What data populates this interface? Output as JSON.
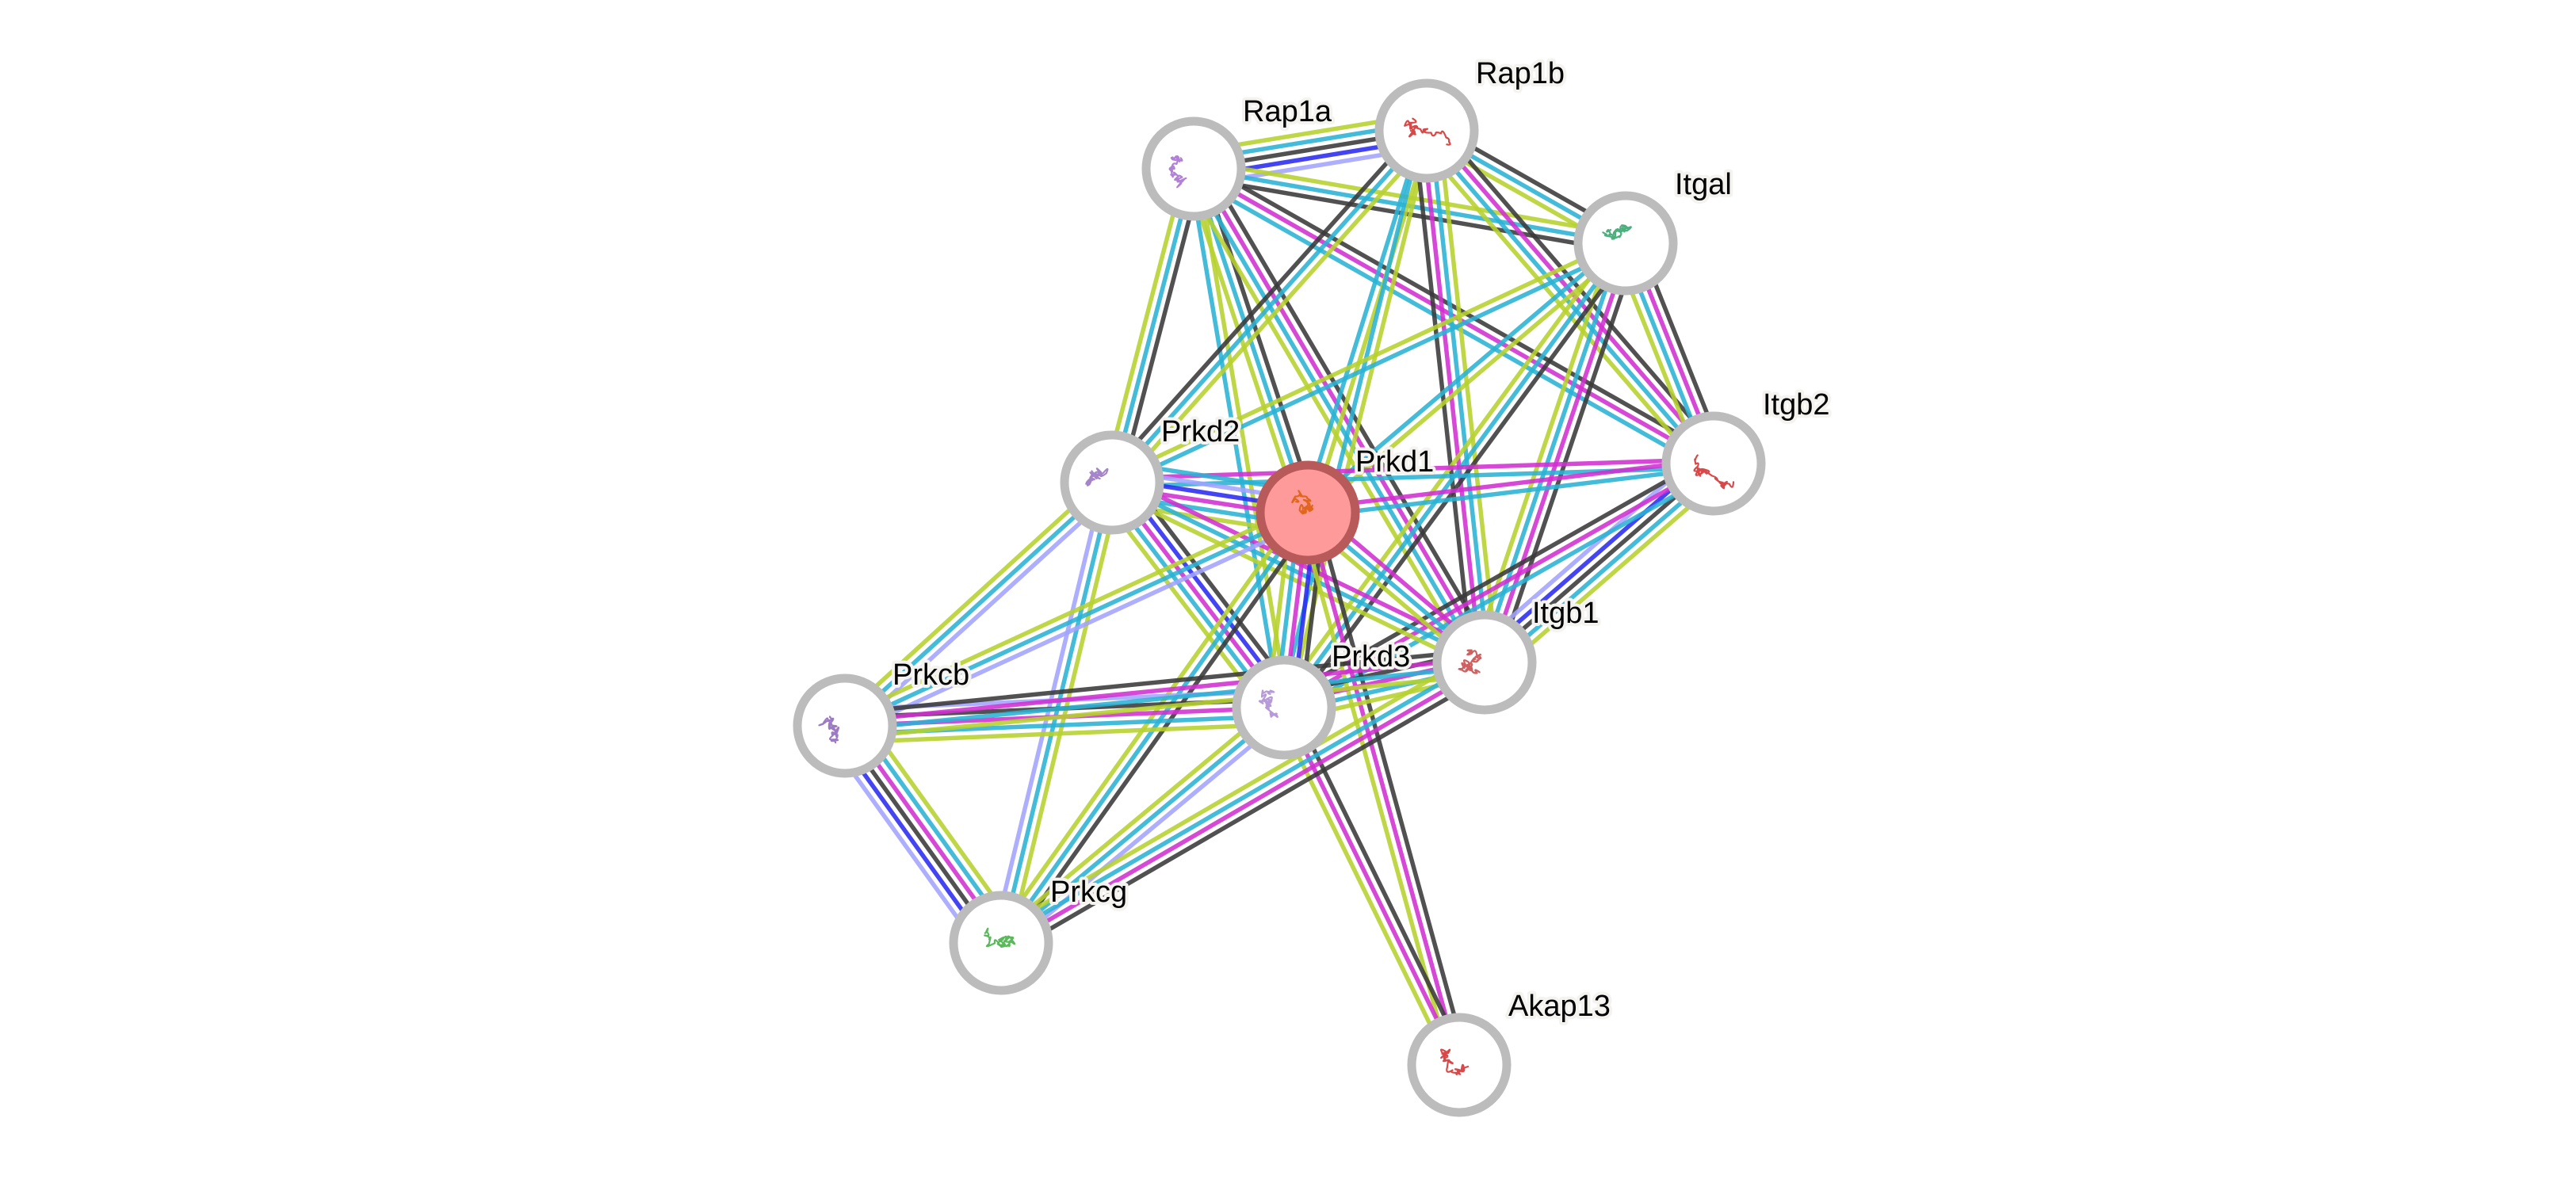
{
  "network": {
    "query_protein": "Prkd1",
    "channel_colors": {
      "textmining": "#b7d22e",
      "database": "#2ab2d4",
      "coexpression": "#3a3a3a",
      "experiments": "#d12fd1",
      "homology": "#2b2bf2",
      "cooccurrence": "#a3a3ff"
    },
    "nodes": [
      {
        "id": "Rap1a",
        "label": "Rap1a",
        "query": false,
        "structure_color": "#b27fd9"
      },
      {
        "id": "Rap1b",
        "label": "Rap1b",
        "query": false,
        "structure_color": "#d94848"
      },
      {
        "id": "Itgal",
        "label": "Itgal",
        "query": false,
        "structure_color": "#4caf7d"
      },
      {
        "id": "Itgb2",
        "label": "Itgb2",
        "query": false,
        "structure_color": "#d94848"
      },
      {
        "id": "Prkd2",
        "label": "Prkd2",
        "query": false,
        "structure_color": "#a585c9"
      },
      {
        "id": "Prkd1",
        "label": "Prkd1",
        "query": true,
        "structure_color": "#e0661e"
      },
      {
        "id": "Itgb1",
        "label": "Itgb1",
        "query": false,
        "structure_color": "#d06060"
      },
      {
        "id": "Prkd3",
        "label": "Prkd3",
        "query": false,
        "structure_color": "#b79ad8"
      },
      {
        "id": "Prkcb",
        "label": "Prkcb",
        "query": false,
        "structure_color": "#9c7ac4"
      },
      {
        "id": "Prkcg",
        "label": "Prkcg",
        "query": false,
        "structure_color": "#5cb85c"
      },
      {
        "id": "Akap13",
        "label": "Akap13",
        "query": false,
        "structure_color": "#d94848"
      }
    ],
    "edges": [
      {
        "source": "Rap1a",
        "target": "Rap1b",
        "channels": [
          "textmining",
          "database",
          "coexpression",
          "homology",
          "cooccurrence"
        ]
      },
      {
        "source": "Rap1a",
        "target": "Itgal",
        "channels": [
          "textmining",
          "database",
          "coexpression"
        ]
      },
      {
        "source": "Rap1a",
        "target": "Itgb2",
        "channels": [
          "coexpression",
          "experiments",
          "database"
        ]
      },
      {
        "source": "Rap1a",
        "target": "Prkd2",
        "channels": [
          "coexpression",
          "database",
          "textmining"
        ]
      },
      {
        "source": "Rap1a",
        "target": "Prkd1",
        "channels": [
          "coexpression",
          "database",
          "textmining"
        ]
      },
      {
        "source": "Rap1a",
        "target": "Prkd3",
        "channels": [
          "textmining",
          "database"
        ]
      },
      {
        "source": "Rap1a",
        "target": "Itgb1",
        "channels": [
          "coexpression",
          "experiments",
          "database",
          "textmining"
        ]
      },
      {
        "source": "Rap1b",
        "target": "Itgal",
        "channels": [
          "coexpression",
          "database",
          "textmining"
        ]
      },
      {
        "source": "Rap1b",
        "target": "Itgb2",
        "channels": [
          "coexpression",
          "experiments",
          "database",
          "textmining"
        ]
      },
      {
        "source": "Rap1b",
        "target": "Prkd2",
        "channels": [
          "textmining",
          "database",
          "coexpression"
        ]
      },
      {
        "source": "Rap1b",
        "target": "Prkd1",
        "channels": [
          "textmining",
          "database"
        ]
      },
      {
        "source": "Rap1b",
        "target": "Prkd3",
        "channels": [
          "textmining",
          "database"
        ]
      },
      {
        "source": "Rap1b",
        "target": "Itgb1",
        "channels": [
          "textmining",
          "database",
          "experiments",
          "coexpression"
        ]
      },
      {
        "source": "Itgal",
        "target": "Itgb2",
        "channels": [
          "coexpression",
          "experiments",
          "database",
          "textmining"
        ]
      },
      {
        "source": "Itgal",
        "target": "Itgb1",
        "channels": [
          "coexpression",
          "experiments",
          "database",
          "textmining"
        ]
      },
      {
        "source": "Itgal",
        "target": "Prkd2",
        "channels": [
          "database",
          "textmining"
        ]
      },
      {
        "source": "Itgal",
        "target": "Prkd1",
        "channels": [
          "textmining",
          "database"
        ]
      },
      {
        "source": "Itgal",
        "target": "Prkd3",
        "channels": [
          "coexpression",
          "database",
          "textmining"
        ]
      },
      {
        "source": "Itgb2",
        "target": "Prkd2",
        "channels": [
          "database",
          "experiments"
        ]
      },
      {
        "source": "Itgb2",
        "target": "Prkd1",
        "channels": [
          "database",
          "experiments"
        ]
      },
      {
        "source": "Itgb2",
        "target": "Itgb1",
        "channels": [
          "textmining",
          "database",
          "coexpression",
          "homology",
          "cooccurrence"
        ]
      },
      {
        "source": "Itgb2",
        "target": "Prkd3",
        "channels": [
          "database",
          "experiments",
          "coexpression"
        ]
      },
      {
        "source": "Prkd2",
        "target": "Prkd1",
        "channels": [
          "database",
          "cooccurrence",
          "homology",
          "experiments",
          "database",
          "textmining"
        ]
      },
      {
        "source": "Prkd2",
        "target": "Prkd3",
        "channels": [
          "coexpression",
          "homology",
          "experiments",
          "database",
          "textmining"
        ]
      },
      {
        "source": "Prkd2",
        "target": "Itgb1",
        "channels": [
          "experiments",
          "database",
          "textmining"
        ]
      },
      {
        "source": "Prkd2",
        "target": "Prkcb",
        "channels": [
          "cooccurrence",
          "database",
          "textmining"
        ]
      },
      {
        "source": "Prkd2",
        "target": "Prkcg",
        "channels": [
          "textmining",
          "database",
          "cooccurrence"
        ]
      },
      {
        "source": "Prkd1",
        "target": "Prkd3",
        "channels": [
          "coexpression",
          "homology",
          "experiments",
          "database",
          "textmining"
        ]
      },
      {
        "source": "Prkd1",
        "target": "Itgb1",
        "channels": [
          "experiments",
          "database",
          "textmining"
        ]
      },
      {
        "source": "Prkd1",
        "target": "Prkcb",
        "channels": [
          "cooccurrence",
          "database",
          "textmining"
        ]
      },
      {
        "source": "Prkd1",
        "target": "Prkcg",
        "channels": [
          "coexpression",
          "database",
          "textmining"
        ]
      },
      {
        "source": "Prkd1",
        "target": "Akap13",
        "channels": [
          "coexpression",
          "experiments",
          "textmining"
        ]
      },
      {
        "source": "Prkd3",
        "target": "Itgb1",
        "channels": [
          "coexpression",
          "experiments",
          "database",
          "textmining"
        ]
      },
      {
        "source": "Prkd3",
        "target": "Prkcb",
        "channels": [
          "textmining",
          "database",
          "experiments",
          "coexpression",
          "cooccurrence"
        ]
      },
      {
        "source": "Prkd3",
        "target": "Prkcg",
        "channels": [
          "cooccurrence",
          "database",
          "textmining"
        ]
      },
      {
        "source": "Prkd3",
        "target": "Akap13",
        "channels": [
          "coexpression",
          "experiments",
          "textmining"
        ]
      },
      {
        "source": "Itgb1",
        "target": "Prkcb",
        "channels": [
          "textmining",
          "database",
          "experiments",
          "coexpression"
        ]
      },
      {
        "source": "Itgb1",
        "target": "Prkcg",
        "channels": [
          "coexpression",
          "experiments",
          "database",
          "textmining"
        ]
      },
      {
        "source": "Prkcb",
        "target": "Prkcg",
        "channels": [
          "textmining",
          "database",
          "experiments",
          "coexpression",
          "homology",
          "cooccurrence"
        ]
      }
    ]
  }
}
